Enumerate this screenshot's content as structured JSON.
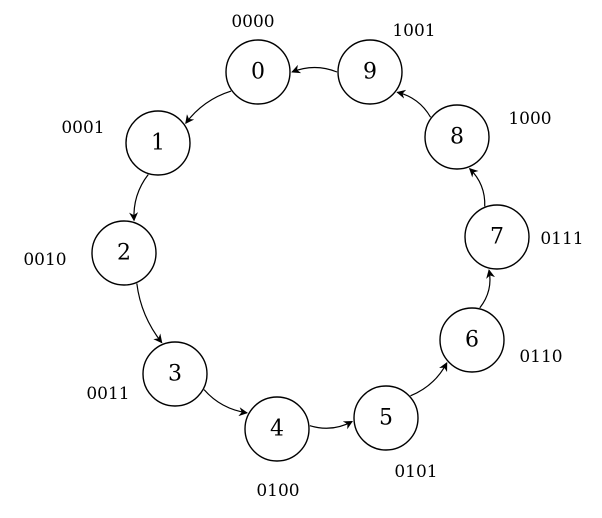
{
  "diagram": {
    "states": [
      {
        "number": "0",
        "code": "0000"
      },
      {
        "number": "1",
        "code": "0001"
      },
      {
        "number": "2",
        "code": "0010"
      },
      {
        "number": "3",
        "code": "0011"
      },
      {
        "number": "4",
        "code": "0100"
      },
      {
        "number": "5",
        "code": "0101"
      },
      {
        "number": "6",
        "code": "0110"
      },
      {
        "number": "7",
        "code": "0111"
      },
      {
        "number": "8",
        "code": "1000"
      },
      {
        "number": "9",
        "code": "1001"
      }
    ],
    "transitions": [
      {
        "from": "0",
        "to": "1"
      },
      {
        "from": "1",
        "to": "2"
      },
      {
        "from": "2",
        "to": "3"
      },
      {
        "from": "3",
        "to": "4"
      },
      {
        "from": "4",
        "to": "5"
      },
      {
        "from": "5",
        "to": "6"
      },
      {
        "from": "6",
        "to": "7"
      },
      {
        "from": "7",
        "to": "8"
      },
      {
        "from": "8",
        "to": "9"
      },
      {
        "from": "9",
        "to": "0"
      }
    ],
    "colors": {
      "stroke": "#000000",
      "fill": "#ffffff"
    }
  }
}
